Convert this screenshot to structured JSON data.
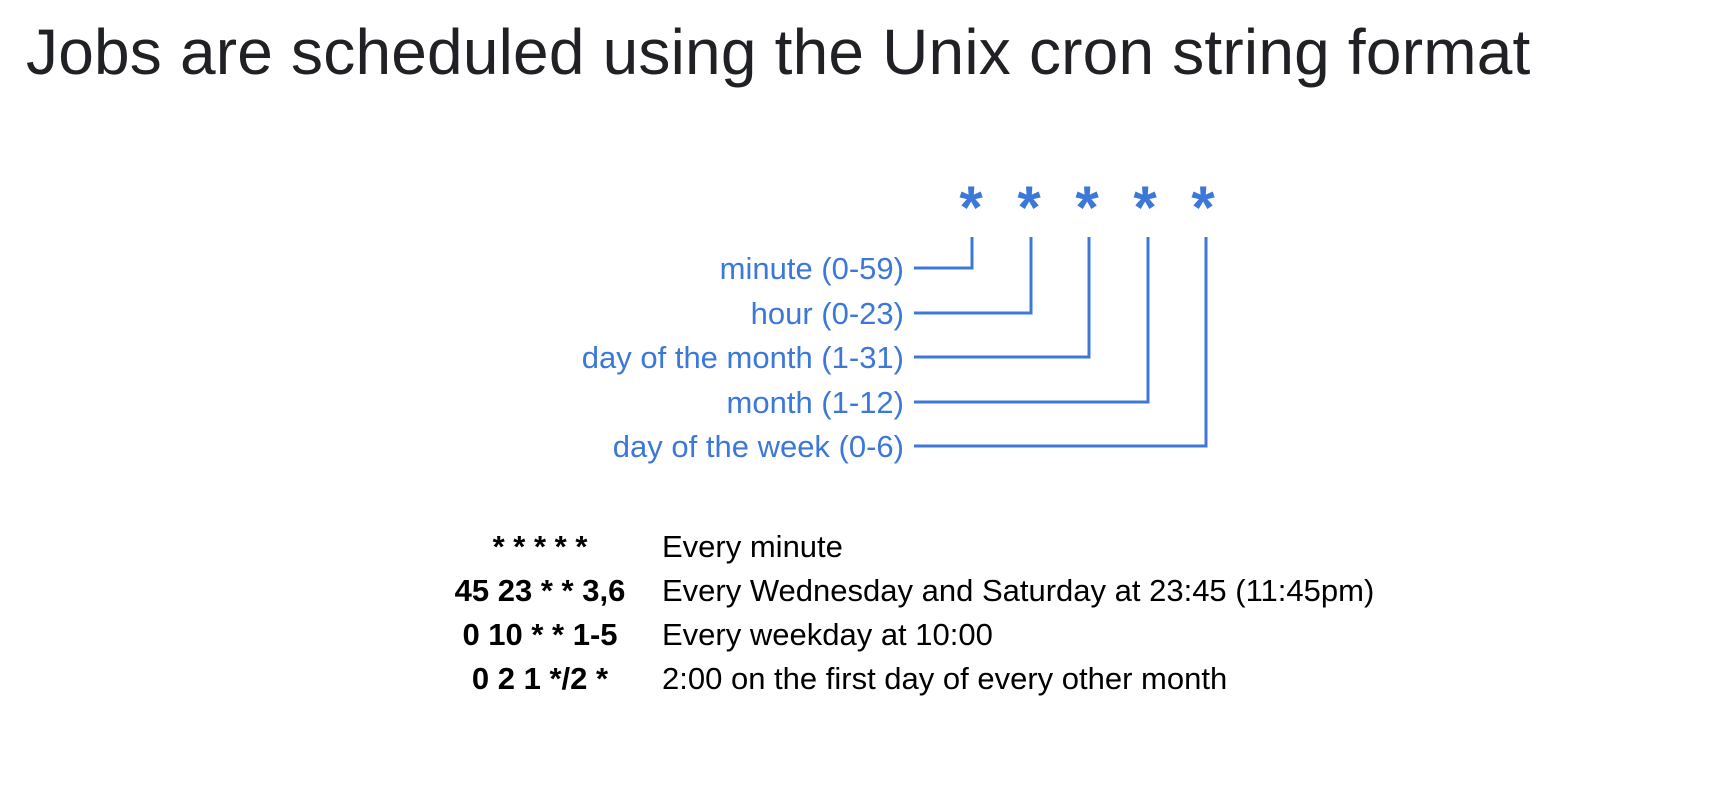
{
  "title": "Jobs are scheduled using the Unix cron string format",
  "colors": {
    "accent": "#3c78d8",
    "text": "#000000",
    "title": "#202124"
  },
  "pattern": {
    "stars": [
      "*",
      "*",
      "*",
      "*",
      "*"
    ]
  },
  "fields": [
    {
      "label": "minute (0-59)"
    },
    {
      "label": "hour (0-23)"
    },
    {
      "label": "day of the month (1-31)"
    },
    {
      "label": "month (1-12)"
    },
    {
      "label": "day of the week (0-6)"
    }
  ],
  "examples": [
    {
      "expr": "* * * * *",
      "desc": "Every minute"
    },
    {
      "expr": "45 23 * * 3,6",
      "desc": "Every Wednesday and Saturday at 23:45 (11:45pm)"
    },
    {
      "expr": "0 10 * * 1-5",
      "desc": "Every weekday at 10:00"
    },
    {
      "expr": "0 2 1 */2 *",
      "desc": "2:00 on the first day of every other month"
    }
  ]
}
